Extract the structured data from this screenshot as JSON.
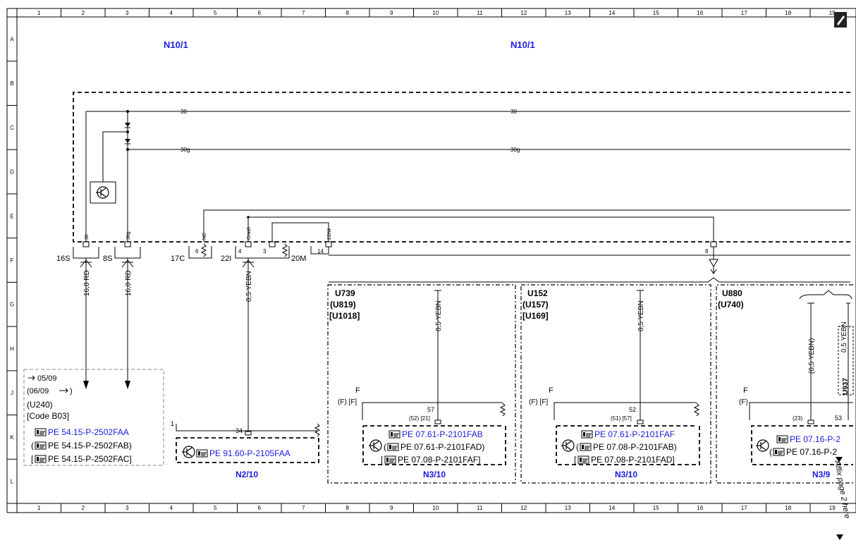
{
  "columns": [
    "1",
    "2",
    "3",
    "4",
    "5",
    "6",
    "7",
    "8",
    "9",
    "10",
    "11",
    "12",
    "13",
    "14",
    "15",
    "16",
    "17",
    "18",
    "19"
  ],
  "rows": [
    "A",
    "B",
    "C",
    "D",
    "E",
    "F",
    "G",
    "H",
    "J",
    "K",
    "L"
  ],
  "modules": {
    "left_title": "N10/1",
    "right_title": "N10/1"
  },
  "bus_lines": {
    "line_30_a": "30",
    "line_30_b": "30",
    "line_30g_a": "30g",
    "line_30g_b": "30g"
  },
  "pins": {
    "pin_30": "30",
    "pin_30g": "30g",
    "pin_nc": "NC",
    "pin_crash": "Crash",
    "pin_edw": "EDW",
    "pin_6": "6",
    "pin_4": "4",
    "pin_3": "3",
    "pin_14": "14",
    "pin_8": "8",
    "conn_16s": "16S",
    "conn_8s": "8S",
    "conn_17c": "17C",
    "conn_22i": "22I",
    "conn_20m": "20M"
  },
  "wires": {
    "w_16rd_a": "16,0 RD",
    "w_16rd_b": "16,0 RD",
    "w_yebn_main": "0,5 YEBN",
    "w_yebn_u739": "0,5 YEBN",
    "w_yebn_u152": "0,5 YEBN",
    "w_yebn_u880_a": "(0,5 YEBN)",
    "w_yebn_u880_b": "0,5 YEBN"
  },
  "note_box": {
    "line1": "05/09",
    "line2": "(06/09",
    "line2_end": ")",
    "line3": "(U240)",
    "line4": "[Code B03]",
    "ref1": "PE 54.15-P-2502FAA",
    "ref2_pre": "(",
    "ref2": "PE 54.15-P-2502FAB)",
    "ref3_pre": "[",
    "ref3": "PE 54.15-P-2502FAC]"
  },
  "n2_10": {
    "pin1": "1",
    "pin34": "34",
    "ref": "PE 91.60-P-2105FAA",
    "label": "N2/10"
  },
  "u739": {
    "code1": "U739",
    "code2": "(U819)",
    "code3": "[U1018]",
    "f": "F",
    "f_alt": "(F) [F]",
    "pin": "57",
    "pin_alt": "(52) [21]",
    "ref1": "PE 07.61-P-2101FAB",
    "ref2": "PE 07.61-P-2101FAD)",
    "ref2_pre": "(",
    "ref3": "PE 07.08-P-2101FAF]",
    "ref3_pre": "[",
    "label": "N3/10"
  },
  "u152": {
    "code1": "U152",
    "code2": "(U157)",
    "code3": "[U169]",
    "f": "F",
    "f_alt": "(F) [F]",
    "pin": "52",
    "pin_alt": "(51) [57]",
    "ref1": "PE 07.61-P-2101FAF",
    "ref2": "PE 07.08-P-2101FAB)",
    "ref2_pre": "(",
    "ref3": "PE 07.08-P-2101FAD]",
    "ref3_pre": "[",
    "label": "N3/10"
  },
  "u880": {
    "code1": "U880",
    "code2": "(U740)",
    "f": "F",
    "f_alt": "(F)",
    "pin_a": "(23)",
    "pin_b": "53",
    "side_code": "U937",
    "ref1": "PE 07.16-P-2",
    "ref2": "PE 07.16-P-2",
    "ref2_pre": "(",
    "label": "N3/9"
  },
  "page_note": "Affix page 2 here",
  "colors": {
    "link": "#1a1ae0",
    "line": "#000000",
    "note_border": "#888888"
  },
  "icons": [
    "transistor-icon",
    "pointing-hand-icon",
    "pencil-icon",
    "arrow-right-icon",
    "triangle-down-icon"
  ]
}
